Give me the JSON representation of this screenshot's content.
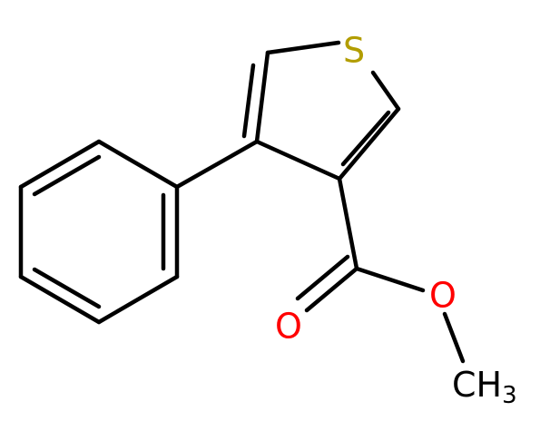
{
  "molecule": {
    "atoms": {
      "sulfur": {
        "symbol": "S",
        "color": "#b29d00"
      },
      "carbonyl_oxygen": {
        "symbol": "O",
        "color": "#ff0000"
      },
      "ester_oxygen": {
        "symbol": "O",
        "color": "#ff0000"
      },
      "methyl": {
        "symbol": "CH",
        "subscript": "3",
        "color": "#000000"
      }
    },
    "bond_color": "#000000"
  }
}
